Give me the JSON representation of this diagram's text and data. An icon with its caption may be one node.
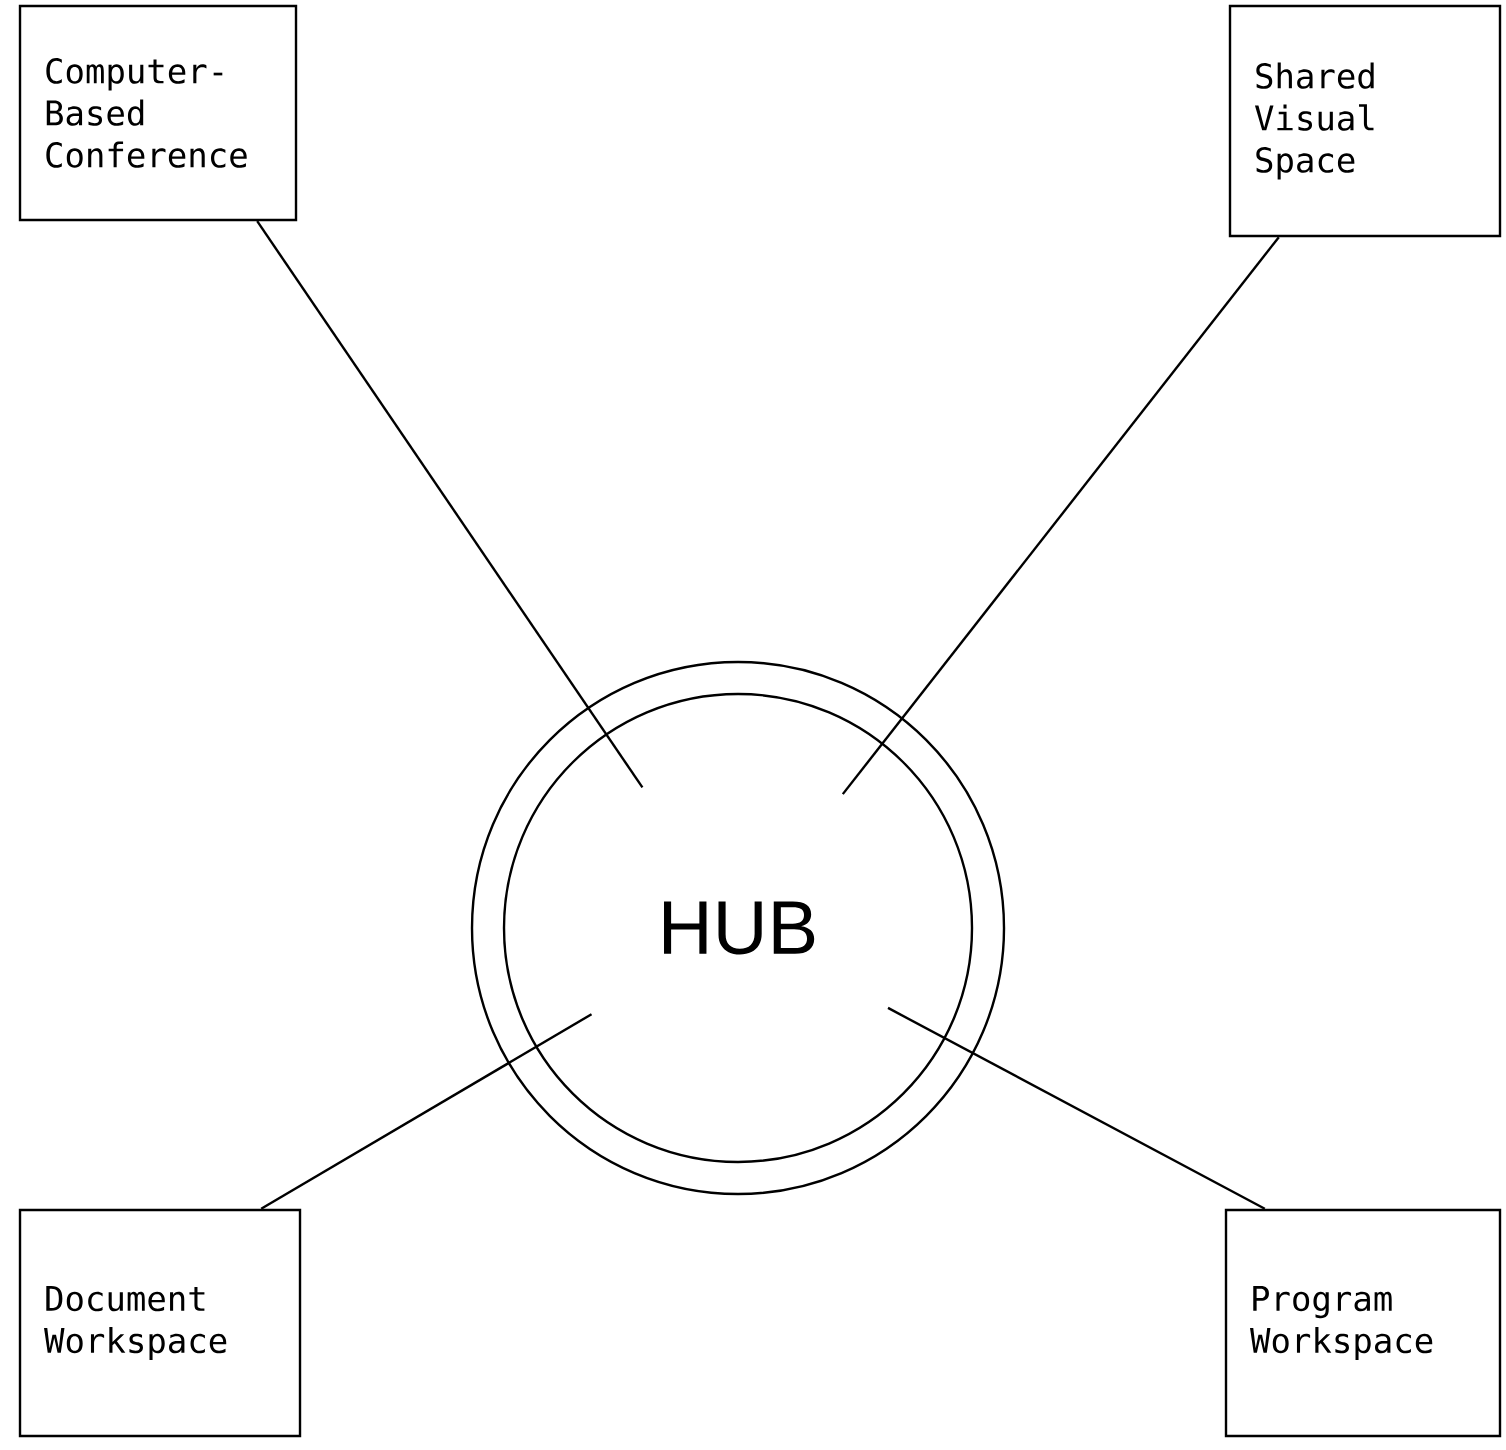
{
  "diagram": {
    "nodes": [
      {
        "text": [
          "Computer-Based Conference"
        ]
      },
      {
        "text": [
          "Shared Visual Space"
        ]
      },
      {
        "text": [
          "HUB"
        ]
      },
      {
        "text": [
          "Document Workspace"
        ]
      },
      {
        "text": [
          "Program Workspace"
        ]
      }
    ],
    "edges": [
      {
        "from": 0,
        "to": 2,
        "arrow": "none"
      },
      {
        "from": 1,
        "to": 2,
        "arrow": "none"
      },
      {
        "from": 3,
        "to": 2,
        "arrow": "none"
      },
      {
        "from": 4,
        "to": 2,
        "arrow": "none"
      }
    ]
  }
}
